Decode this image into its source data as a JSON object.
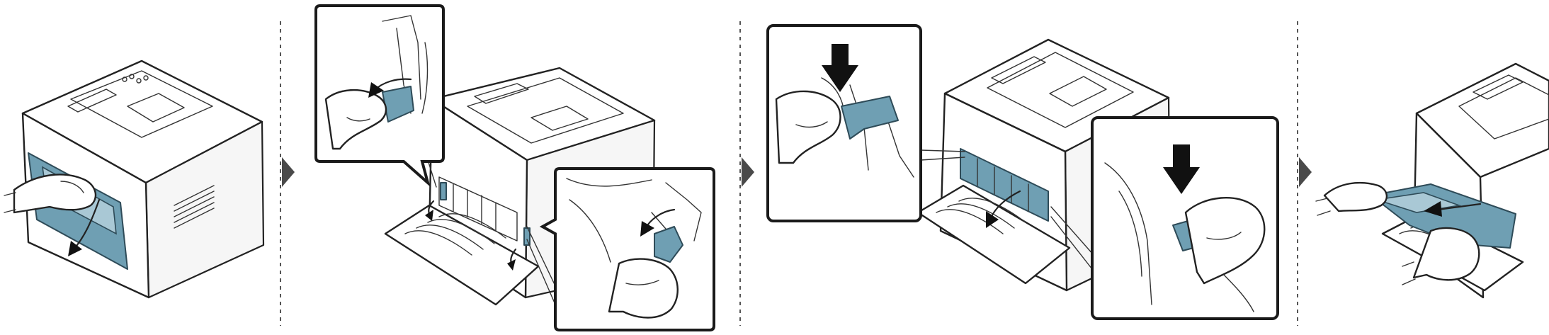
{
  "diagram": {
    "steps": [
      {
        "id": 1,
        "icon": "open-rear-cover-illustration"
      },
      {
        "id": 2,
        "icon": "lower-fuser-levers-illustration"
      },
      {
        "id": 3,
        "icon": "press-fuser-levers-illustration"
      },
      {
        "id": 4,
        "icon": "pull-jammed-paper-illustration"
      }
    ],
    "colors": {
      "part_highlight": "#6f9fb3",
      "outline": "#222222",
      "step_arrow": "#4a4a4a",
      "separator": "#555555"
    }
  }
}
